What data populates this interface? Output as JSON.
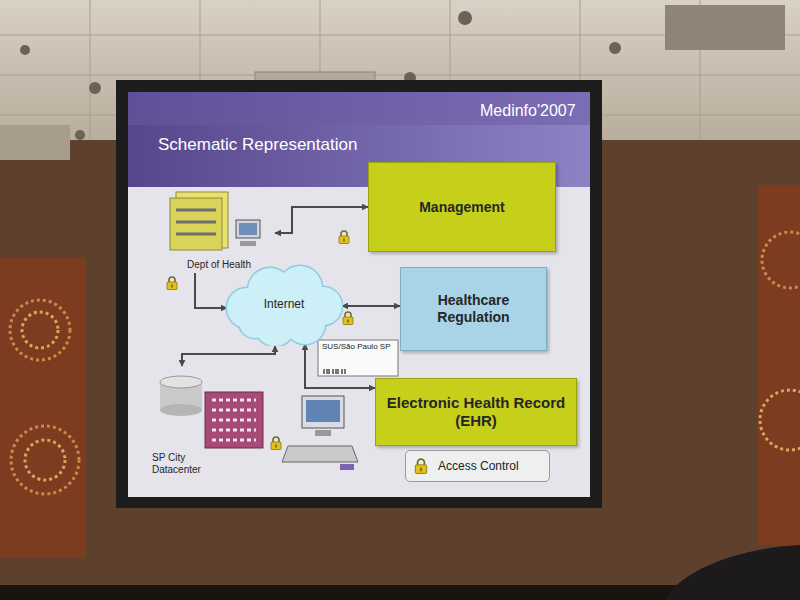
{
  "diagram": {
    "title": "Schematic Representation",
    "nodes": [
      {
        "text": [
          "Dept of Health"
        ]
      },
      {
        "text": [
          "Management"
        ]
      },
      {
        "text": [
          "Internet"
        ]
      },
      {
        "text": [
          "Healthcare Regulation"
        ]
      },
      {
        "text": [
          "Electronic Health Record (EHR)"
        ]
      },
      {
        "text": [
          "SP City Datacenter"
        ]
      }
    ],
    "edges": [
      {
        "from": 0,
        "to": 1,
        "arrow": "both"
      },
      {
        "from": 0,
        "to": 2,
        "arrow": "to"
      },
      {
        "from": 2,
        "to": 3,
        "arrow": "both"
      },
      {
        "from": 5,
        "to": 2,
        "arrow": "both"
      },
      {
        "from": 2,
        "to": 4,
        "arrow": "both"
      }
    ],
    "labels": [
      "Medinfo'2007",
      "SUS/São Paulo SP"
    ],
    "legend": [
      {
        "text": "Access Control"
      }
    ]
  }
}
